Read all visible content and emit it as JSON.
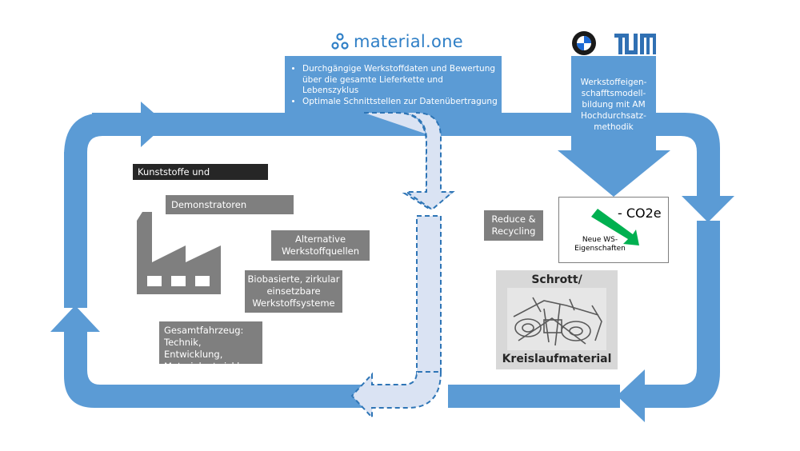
{
  "header": {
    "logo_text": "material.one",
    "info_bullets": [
      "Durchgängige Werkstoffdaten und Bewertung über die gesamte Lieferkette und Lebenszyklus",
      "Optimale Schnittstellen zur Datenübertragung"
    ]
  },
  "partners": {
    "bmw_logo": "BMW",
    "tum_logo": "TUM",
    "tum_text": "Werkstoffeigen-schafftsmodell-bildung mit AM Hochdurchsatz-methodik"
  },
  "left": {
    "section_title": "Kunststoffe und Faserverbunde",
    "demonstratoren": "Demonstratoren Produktion",
    "alternative": "Alternative Werkstoffquellen",
    "biobasierte": "Biobasierte, zirkular einsetzbare Werkstoffsysteme",
    "gesamtfahrzeug": "Gesamtfahrzeug: Technik, Entwicklung, Materialentwicklung"
  },
  "right": {
    "reduce": "Reduce & Recycling",
    "co2_label": "- CO2e",
    "co2_sub": "Neue WS-Eigenschaften",
    "scrap_top": "Schrott/",
    "scrap_bottom": "Kreislaufmaterial"
  },
  "colors": {
    "cycle_blue": "#5b9bd5",
    "dashed_fill": "#dae3f3",
    "dashed_stroke": "#2e75b6",
    "box_gray": "#7f7f7f",
    "title_black": "#262626",
    "arrow_green": "#00b050",
    "logo_blue": "#2f7fc6"
  }
}
